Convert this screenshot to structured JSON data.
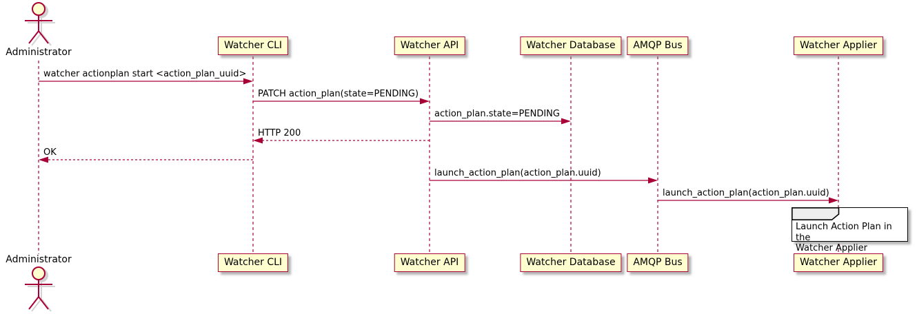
{
  "colors": {
    "participant_fill": "#FEFECE",
    "participant_border": "#A80036",
    "lifeline": "#A80036",
    "arrow": "#A80036",
    "ref_header_fill": "#EEEEEE",
    "ref_border": "#000000",
    "text": "#000000"
  },
  "actor": {
    "label": "Administrator"
  },
  "participants": [
    {
      "label": "Watcher CLI"
    },
    {
      "label": "Watcher API"
    },
    {
      "label": "Watcher Database"
    },
    {
      "label": "AMQP Bus"
    },
    {
      "label": "Watcher Applier"
    }
  ],
  "messages": [
    {
      "text": "watcher actionplan start <action_plan_uuid>",
      "from": "Administrator",
      "to": "Watcher CLI",
      "style": "solid"
    },
    {
      "text": "PATCH action_plan(state=PENDING)",
      "from": "Watcher CLI",
      "to": "Watcher API",
      "style": "solid"
    },
    {
      "text": "action_plan.state=PENDING",
      "from": "Watcher API",
      "to": "Watcher Database",
      "style": "solid"
    },
    {
      "text": "HTTP 200",
      "from": "Watcher API",
      "to": "Watcher CLI",
      "style": "dashed"
    },
    {
      "text": "OK",
      "from": "Watcher CLI",
      "to": "Administrator",
      "style": "dashed"
    },
    {
      "text": "launch_action_plan(action_plan.uuid)",
      "from": "Watcher API",
      "to": "AMQP Bus",
      "style": "solid"
    },
    {
      "text": "launch_action_plan(action_plan.uuid)",
      "from": "AMQP Bus",
      "to": "Watcher Applier",
      "style": "solid"
    }
  ],
  "ref": {
    "keyword": "ref",
    "text": "Launch Action Plan in the\nWatcher Applier"
  }
}
